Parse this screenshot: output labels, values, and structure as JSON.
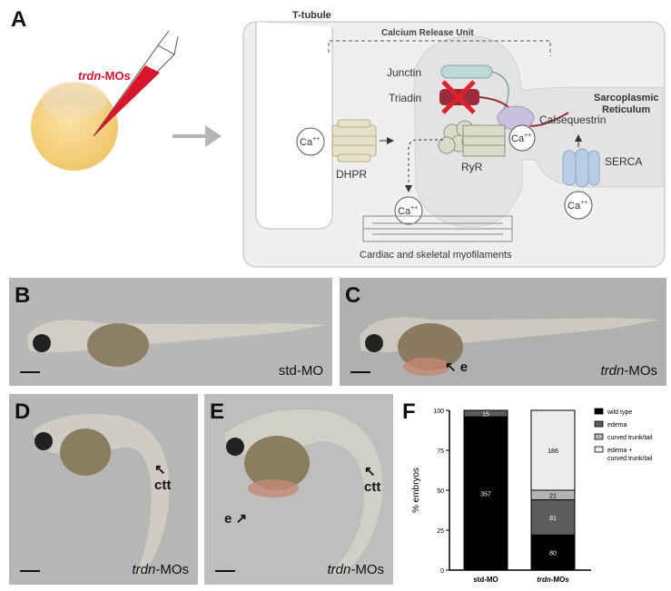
{
  "panels": {
    "a": "A",
    "b": "B",
    "c": "C",
    "d": "D",
    "e": "E",
    "f": "F"
  },
  "panel_a": {
    "injection_gene": "trdn",
    "injection_suffix": "-MOs",
    "t_tubule": "T-tubule",
    "cru": "Calcium Release Unit",
    "junctin": "Junctin",
    "triadin": "Triadin",
    "sr_line1": "Sarcoplasmic",
    "sr_line2": "Reticulum",
    "calsequestrin": "Calsequestrin",
    "dhpr": "DHPR",
    "ryr": "RyR",
    "serca": "SERCA",
    "ca": "Ca",
    "ca_charge": "++",
    "myofilaments": "Cardiac and skeletal myofilaments"
  },
  "photos": {
    "b_label": "std-MO",
    "c_gene": "trdn",
    "c_suffix": "-MOs",
    "c_edema": "e",
    "d_gene": "trdn",
    "d_suffix": "-MOs",
    "d_ctt": "ctt",
    "e_gene": "trdn",
    "e_suffix": "-MOs",
    "e_edema": "e",
    "e_ctt": "ctt"
  },
  "chart_data": {
    "type": "bar",
    "stacked": true,
    "ylabel": "% embryos",
    "ylim": [
      0,
      100
    ],
    "yticks": [
      "0",
      "25",
      "50",
      "75",
      "100"
    ],
    "categories": [
      "std-MO",
      "trdn-MOs"
    ],
    "category_labels": [
      {
        "main": "std-MO",
        "italic": ""
      },
      {
        "main": "-MOs",
        "italic": "trdn"
      }
    ],
    "series": [
      {
        "name": "wild type",
        "color": "#000000",
        "values": [
          96,
          22
        ],
        "counts": [
          "357",
          "80"
        ]
      },
      {
        "name": "edema",
        "color": "#5c5c5c",
        "values": [
          4,
          22
        ],
        "counts": [
          "15",
          "81"
        ]
      },
      {
        "name": "curved trunk/tail",
        "color": "#b4b4b4",
        "values": [
          0,
          6
        ],
        "counts": [
          "",
          "21"
        ]
      },
      {
        "name": "edema + curved trunk/tail",
        "color": "#ececec",
        "values": [
          0,
          50
        ],
        "counts": [
          "",
          "186"
        ]
      }
    ],
    "legend_labels": [
      "wild type",
      "edema",
      "curved trunk/tail",
      "edema +",
      "curved trunk/tail"
    ],
    "legend": "right"
  }
}
